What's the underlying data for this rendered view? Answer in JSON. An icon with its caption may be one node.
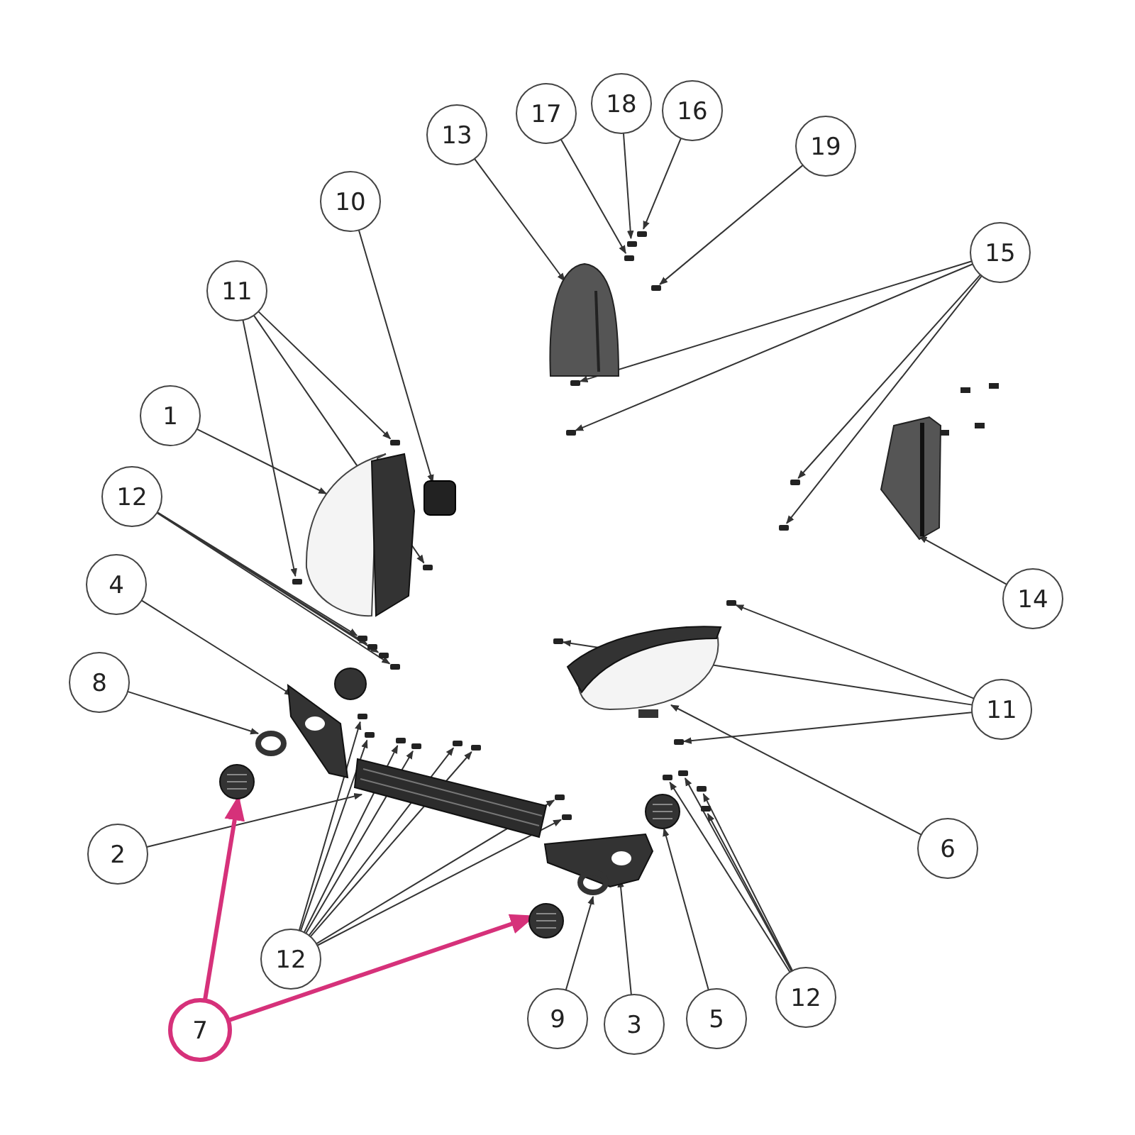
{
  "diagram": {
    "nodes": [
      {
        "text": [
          "17"
        ]
      },
      {
        "text": [
          "18"
        ]
      },
      {
        "text": [
          "16"
        ]
      },
      {
        "text": [
          "13"
        ]
      },
      {
        "text": [
          "19"
        ]
      },
      {
        "text": [
          "10"
        ]
      },
      {
        "text": [
          "15"
        ]
      },
      {
        "text": [
          "11"
        ]
      },
      {
        "text": [
          "1"
        ]
      },
      {
        "text": [
          "12"
        ]
      },
      {
        "text": [
          "4"
        ]
      },
      {
        "text": [
          "14"
        ]
      },
      {
        "text": [
          "8"
        ]
      },
      {
        "text": [
          "11"
        ]
      },
      {
        "text": [
          "6"
        ]
      },
      {
        "text": [
          "2"
        ]
      },
      {
        "text": [
          "12"
        ]
      },
      {
        "text": [
          "7"
        ]
      },
      {
        "text": [
          "9"
        ]
      },
      {
        "text": [
          "3"
        ]
      },
      {
        "text": [
          "5"
        ]
      },
      {
        "text": [
          "12"
        ]
      },
      {
        "text": [],
        "shape": "picture"
      },
      {
        "text": [],
        "shape": "picture"
      },
      {
        "text": [],
        "shape": "box"
      },
      {
        "text": [],
        "shape": "picture"
      },
      {
        "text": [],
        "shape": "picture"
      },
      {
        "text": [],
        "shape": "picture"
      },
      {
        "text": [],
        "shape": "circle"
      },
      {
        "text": [],
        "shape": "picture"
      },
      {
        "text": [],
        "shape": "picture"
      },
      {
        "text": [],
        "shape": "picture"
      },
      {
        "text": [],
        "shape": "picture"
      },
      {
        "text": [],
        "shape": "circle"
      },
      {
        "text": [],
        "shape": "picture"
      },
      {
        "text": [],
        "shape": "bar"
      },
      {
        "text": [],
        "shape": "bar"
      },
      {
        "text": [],
        "shape": "bar"
      },
      {
        "text": [],
        "shape": "bar"
      },
      {
        "text": [],
        "shape": "bar"
      },
      {
        "text": [],
        "shape": "bar"
      },
      {
        "text": [],
        "shape": "bar"
      },
      {
        "text": [],
        "shape": "bar"
      },
      {
        "text": [],
        "shape": "bar"
      },
      {
        "text": [],
        "shape": "bar"
      },
      {
        "text": [],
        "shape": "bar"
      },
      {
        "text": [],
        "shape": "bar"
      },
      {
        "text": [],
        "shape": "bar"
      },
      {
        "text": [],
        "shape": "bar"
      },
      {
        "text": [],
        "shape": "bar"
      },
      {
        "text": [],
        "shape": "bar"
      },
      {
        "text": [],
        "shape": "bar"
      },
      {
        "text": [],
        "shape": "bar"
      },
      {
        "text": [],
        "shape": "bar"
      },
      {
        "text": [],
        "shape": "bar"
      },
      {
        "text": [],
        "shape": "bar"
      },
      {
        "text": [],
        "shape": "bar"
      },
      {
        "text": [],
        "shape": "bar"
      },
      {
        "text": [],
        "shape": "bar"
      },
      {
        "text": [],
        "shape": "bar"
      },
      {
        "text": [],
        "shape": "bar"
      },
      {
        "text": [],
        "shape": "bar"
      },
      {
        "text": [],
        "shape": "bar"
      },
      {
        "text": [],
        "shape": "bar"
      },
      {
        "text": [],
        "shape": "bar"
      }
    ],
    "edges": [
      {
        "from": 0,
        "to": 37,
        "arrow": "to"
      },
      {
        "from": 1,
        "to": 36,
        "arrow": "to"
      },
      {
        "from": 2,
        "to": 35,
        "arrow": "to"
      },
      {
        "from": 3,
        "to": 22,
        "arrow": "to"
      },
      {
        "from": 4,
        "to": 38,
        "arrow": "to"
      },
      {
        "from": 5,
        "to": 24,
        "arrow": "to"
      },
      {
        "from": 6,
        "to": 39,
        "arrow": "to"
      },
      {
        "from": 6,
        "to": 40,
        "arrow": "to"
      },
      {
        "from": 6,
        "to": 42,
        "arrow": "to"
      },
      {
        "from": 6,
        "to": 43,
        "arrow": "to"
      },
      {
        "from": 7,
        "to": 45,
        "arrow": "to"
      },
      {
        "from": 7,
        "to": 41,
        "arrow": "to"
      },
      {
        "from": 7,
        "to": 44,
        "arrow": "to"
      },
      {
        "from": 8,
        "to": 25,
        "arrow": "to"
      },
      {
        "from": 9,
        "to": 47,
        "arrow": "to"
      },
      {
        "from": 9,
        "to": 49,
        "arrow": "to"
      },
      {
        "from": 9,
        "to": 50,
        "arrow": "to"
      },
      {
        "from": 9,
        "to": 51,
        "arrow": "to"
      },
      {
        "from": 10,
        "to": 27,
        "arrow": "to"
      },
      {
        "from": 11,
        "to": 23,
        "arrow": "to"
      },
      {
        "from": 12,
        "to": 28,
        "arrow": "to"
      },
      {
        "from": 13,
        "to": 46,
        "arrow": "to"
      },
      {
        "from": 13,
        "to": 48,
        "arrow": "to"
      },
      {
        "from": 13,
        "to": 54,
        "arrow": "to"
      },
      {
        "from": 14,
        "to": 26,
        "arrow": "to"
      },
      {
        "from": 15,
        "to": 30,
        "arrow": "to"
      },
      {
        "from": 16,
        "to": 52,
        "arrow": "to"
      },
      {
        "from": 16,
        "to": 53,
        "arrow": "to"
      },
      {
        "from": 16,
        "to": 55,
        "arrow": "to"
      },
      {
        "from": 16,
        "to": 56,
        "arrow": "to"
      },
      {
        "from": 16,
        "to": 58,
        "arrow": "to"
      },
      {
        "from": 16,
        "to": 61,
        "arrow": "to"
      },
      {
        "from": 16,
        "to": 62,
        "arrow": "to"
      },
      {
        "from": 16,
        "to": 64,
        "arrow": "to"
      },
      {
        "from": 17,
        "to": 29,
        "arrow": "to",
        "style": "thick",
        "color": "#d6317a"
      },
      {
        "from": 17,
        "to": 34,
        "arrow": "to",
        "style": "thick",
        "color": "#d6317a"
      },
      {
        "from": 18,
        "to": 33,
        "arrow": "to"
      },
      {
        "from": 19,
        "to": 32,
        "arrow": "to"
      },
      {
        "from": 20,
        "to": 31,
        "arrow": "to"
      },
      {
        "from": 21,
        "to": 57,
        "arrow": "to"
      },
      {
        "from": 21,
        "to": 60,
        "arrow": "to"
      },
      {
        "from": 21,
        "to": 59,
        "arrow": "to"
      },
      {
        "from": 21,
        "to": 63,
        "arrow": "to"
      }
    ]
  }
}
